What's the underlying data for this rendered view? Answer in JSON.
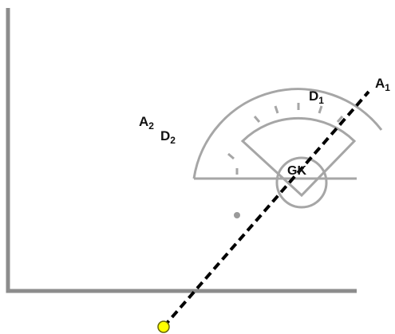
{
  "labels": {
    "a1": "A",
    "a1_sub": "1",
    "a2": "A",
    "a2_sub": "2",
    "d1": "D",
    "d1_sub": "1",
    "d2": "D",
    "d2_sub": "2",
    "gk": "GK"
  },
  "colors": {
    "structure": "#a6a6a6",
    "axis": "#8c8c8c",
    "dashed_line": "#000000",
    "point_fill": "#ffff00",
    "point_stroke": "#666600",
    "small_dot": "#9a9a9a"
  }
}
